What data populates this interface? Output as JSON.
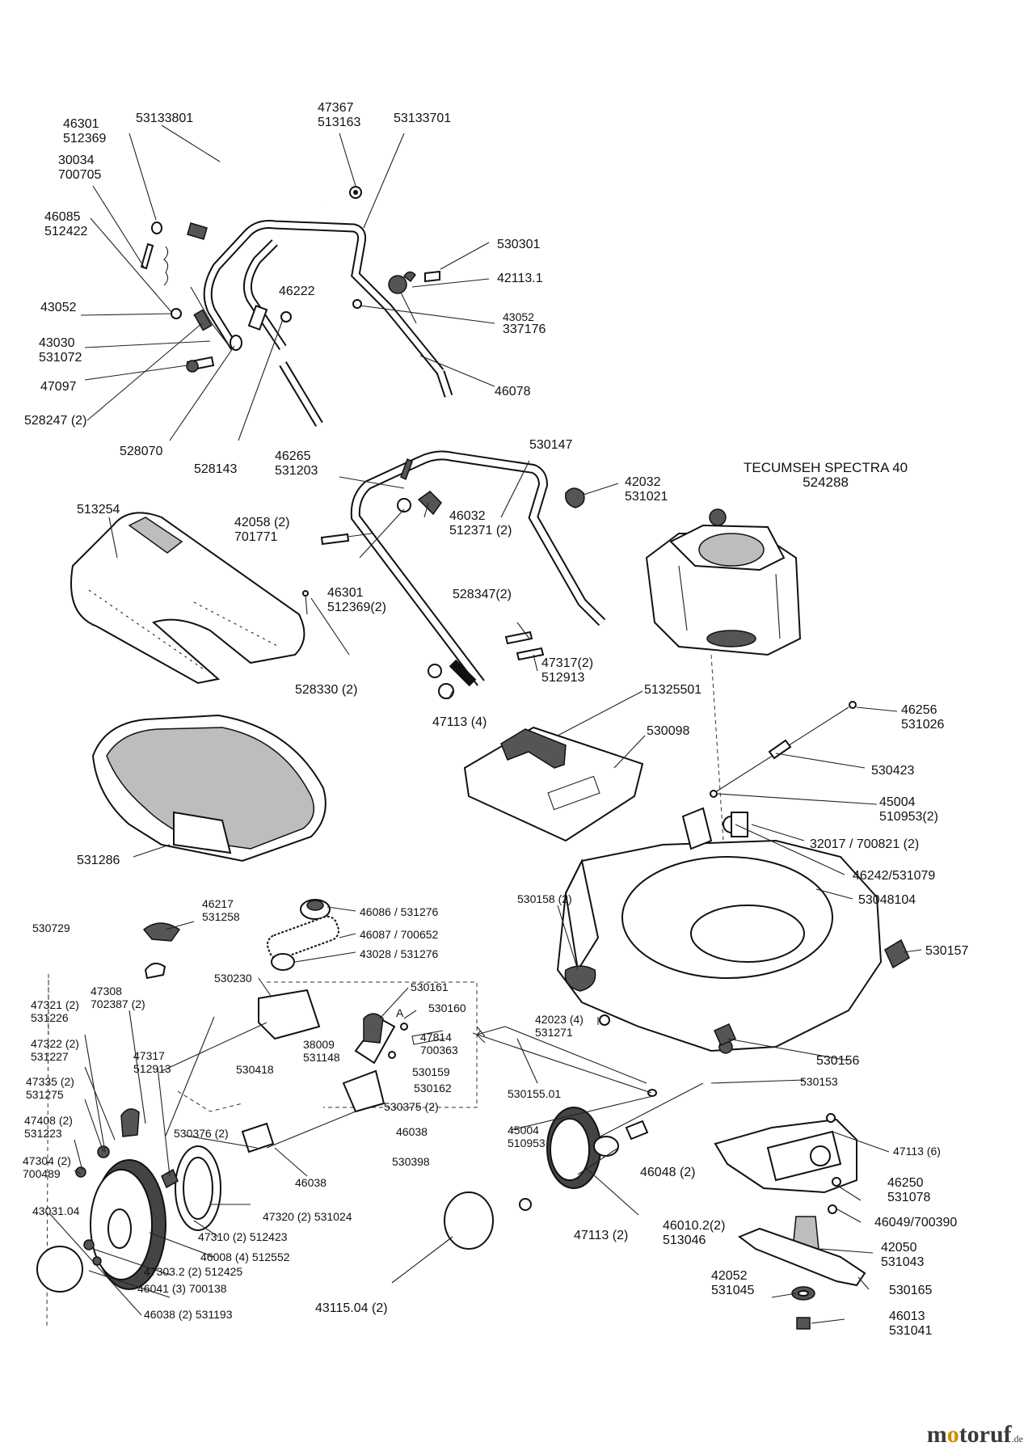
{
  "labels": {
    "l01": [
      "46301",
      "512369"
    ],
    "l02": [
      "30034",
      "700705"
    ],
    "l03": [
      "46085",
      "512422"
    ],
    "l04": [
      "43052"
    ],
    "l05": [
      "43030",
      "531072"
    ],
    "l06": [
      "47097"
    ],
    "l07": [
      "528247 (2)"
    ],
    "l08": [
      "528070"
    ],
    "l09": [
      "528143"
    ],
    "l10": [
      "53133801"
    ],
    "l11": [
      "47367",
      "513163"
    ],
    "l12": [
      "53133701"
    ],
    "l13": [
      "530301"
    ],
    "l14": [
      "42113.1"
    ],
    "l15": [
      "43052",
      "337176"
    ],
    "l16": [
      "46222"
    ],
    "l17": [
      "46078"
    ],
    "l18": [
      "46265",
      "531203"
    ],
    "l19": [
      "530147"
    ],
    "l20": [
      "42032",
      "531021"
    ],
    "l21": [
      "46032",
      "512371 (2)"
    ],
    "l22": [
      "42058 (2)",
      "701771"
    ],
    "l23": [
      "513254"
    ],
    "l24": [
      "46301",
      "512369(2)"
    ],
    "l25": [
      "528347(2)"
    ],
    "l26": [
      "47317(2)",
      "512913"
    ],
    "l27": [
      "528330 (2)"
    ],
    "l28": [
      "47113 (4)"
    ],
    "l29": [
      "TECUMSEH SPECTRA 40",
      "524288"
    ],
    "l30": [
      "51325501"
    ],
    "l31": [
      "530098"
    ],
    "l32": [
      "46256",
      "531026"
    ],
    "l33": [
      "530423"
    ],
    "l34": [
      "45004",
      "510953(2)"
    ],
    "l35": [
      "32017 / 700821 (2)"
    ],
    "l36": [
      "46242/531079"
    ],
    "l37": [
      "53048104"
    ],
    "l38": [
      "531286"
    ],
    "l39": [
      "530158 (2)"
    ],
    "l40": [
      "530157"
    ],
    "l41": [
      "46217",
      "531258"
    ],
    "l42": [
      "530729"
    ],
    "l43": [
      "46086 / 531276"
    ],
    "l44": [
      "46087 / 700652"
    ],
    "l45": [
      "43028 / 531276"
    ],
    "l46": [
      "530230"
    ],
    "l47": [
      "530161"
    ],
    "l48": [
      "47321 (2)",
      "531226"
    ],
    "l49": [
      "47308",
      "702387 (2)"
    ],
    "l50": [
      "530160"
    ],
    "l51": [
      "42023 (4)",
      "531271"
    ],
    "l52": [
      "47814",
      "700363"
    ],
    "l53": [
      "530159"
    ],
    "l54": [
      "47322 (2)",
      "531227"
    ],
    "l55": [
      "47317",
      "512913"
    ],
    "l56": [
      "38009",
      "531148"
    ],
    "l57": [
      "530418"
    ],
    "l58": [
      "530162"
    ],
    "l59": [
      "530375 (2)"
    ],
    "l60": [
      "530156"
    ],
    "l61": [
      "530153"
    ],
    "l62": [
      "530155.01"
    ],
    "l63": [
      "47335 (2)",
      "531275"
    ],
    "l64": [
      "47408 (2)",
      "531223"
    ],
    "l65": [
      "530376 (2)"
    ],
    "l66": [
      "46038"
    ],
    "l67": [
      "45004",
      "510953"
    ],
    "l68": [
      "47113 (6)"
    ],
    "l69": [
      "47304 (2)",
      "700489"
    ],
    "l70": [
      "530398"
    ],
    "l71": [
      "46038"
    ],
    "l72": [
      "46048 (2)"
    ],
    "l73": [
      "46250",
      "531078"
    ],
    "l74": [
      "43031.04"
    ],
    "l75": [
      "47320 (2) 531024"
    ],
    "l76": [
      "46049/700390"
    ],
    "l77": [
      "47310 (2) 512423"
    ],
    "l78": [
      "46008 (4) 512552"
    ],
    "l79": [
      "47113 (2)"
    ],
    "l80": [
      "46010.2(2)",
      "513046"
    ],
    "l81": [
      "42050",
      "531043"
    ],
    "l82": [
      "47303.2 (2) 512425"
    ],
    "l83": [
      "46041 (3) 700138"
    ],
    "l84": [
      "42052",
      "531045"
    ],
    "l85": [
      "530165"
    ],
    "l86": [
      "46038 (2) 531193"
    ],
    "l87": [
      "43115.04 (2)"
    ],
    "l88": [
      "46013",
      "531041"
    ]
  },
  "small_markers": {
    "a_arrow": "A"
  },
  "watermark": {
    "m": "m",
    "o": "o",
    "rest": "toruf",
    "suffix": ".de"
  }
}
